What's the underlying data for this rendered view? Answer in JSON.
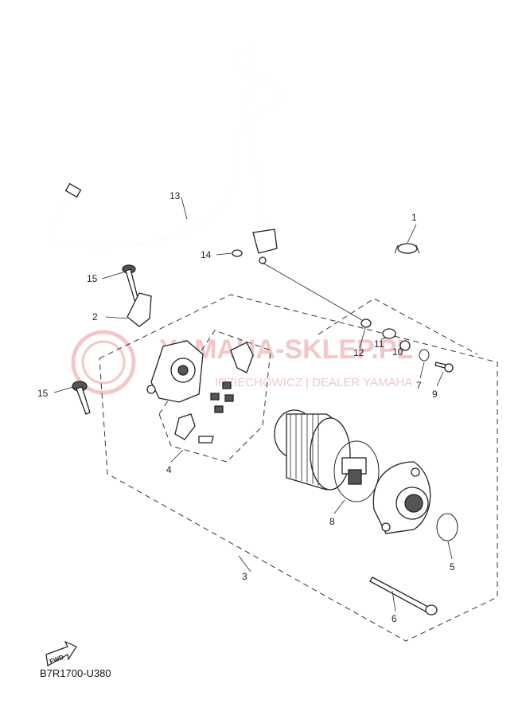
{
  "watermark": {
    "brand": "YAMAHA-SKLEP.PL",
    "dealer": "IDZIECHOWICZ | DEALER YAMAHA"
  },
  "callouts": [
    "1",
    "2",
    "3",
    "4",
    "5",
    "6",
    "7",
    "8",
    "9",
    "10",
    "11",
    "12",
    "13",
    "14",
    "15",
    "15"
  ],
  "fwd_badge": "FWD",
  "diagram_code": "B7R1700-U380",
  "colors": {
    "line": "#222222",
    "watermark": "#f0b5b5"
  }
}
